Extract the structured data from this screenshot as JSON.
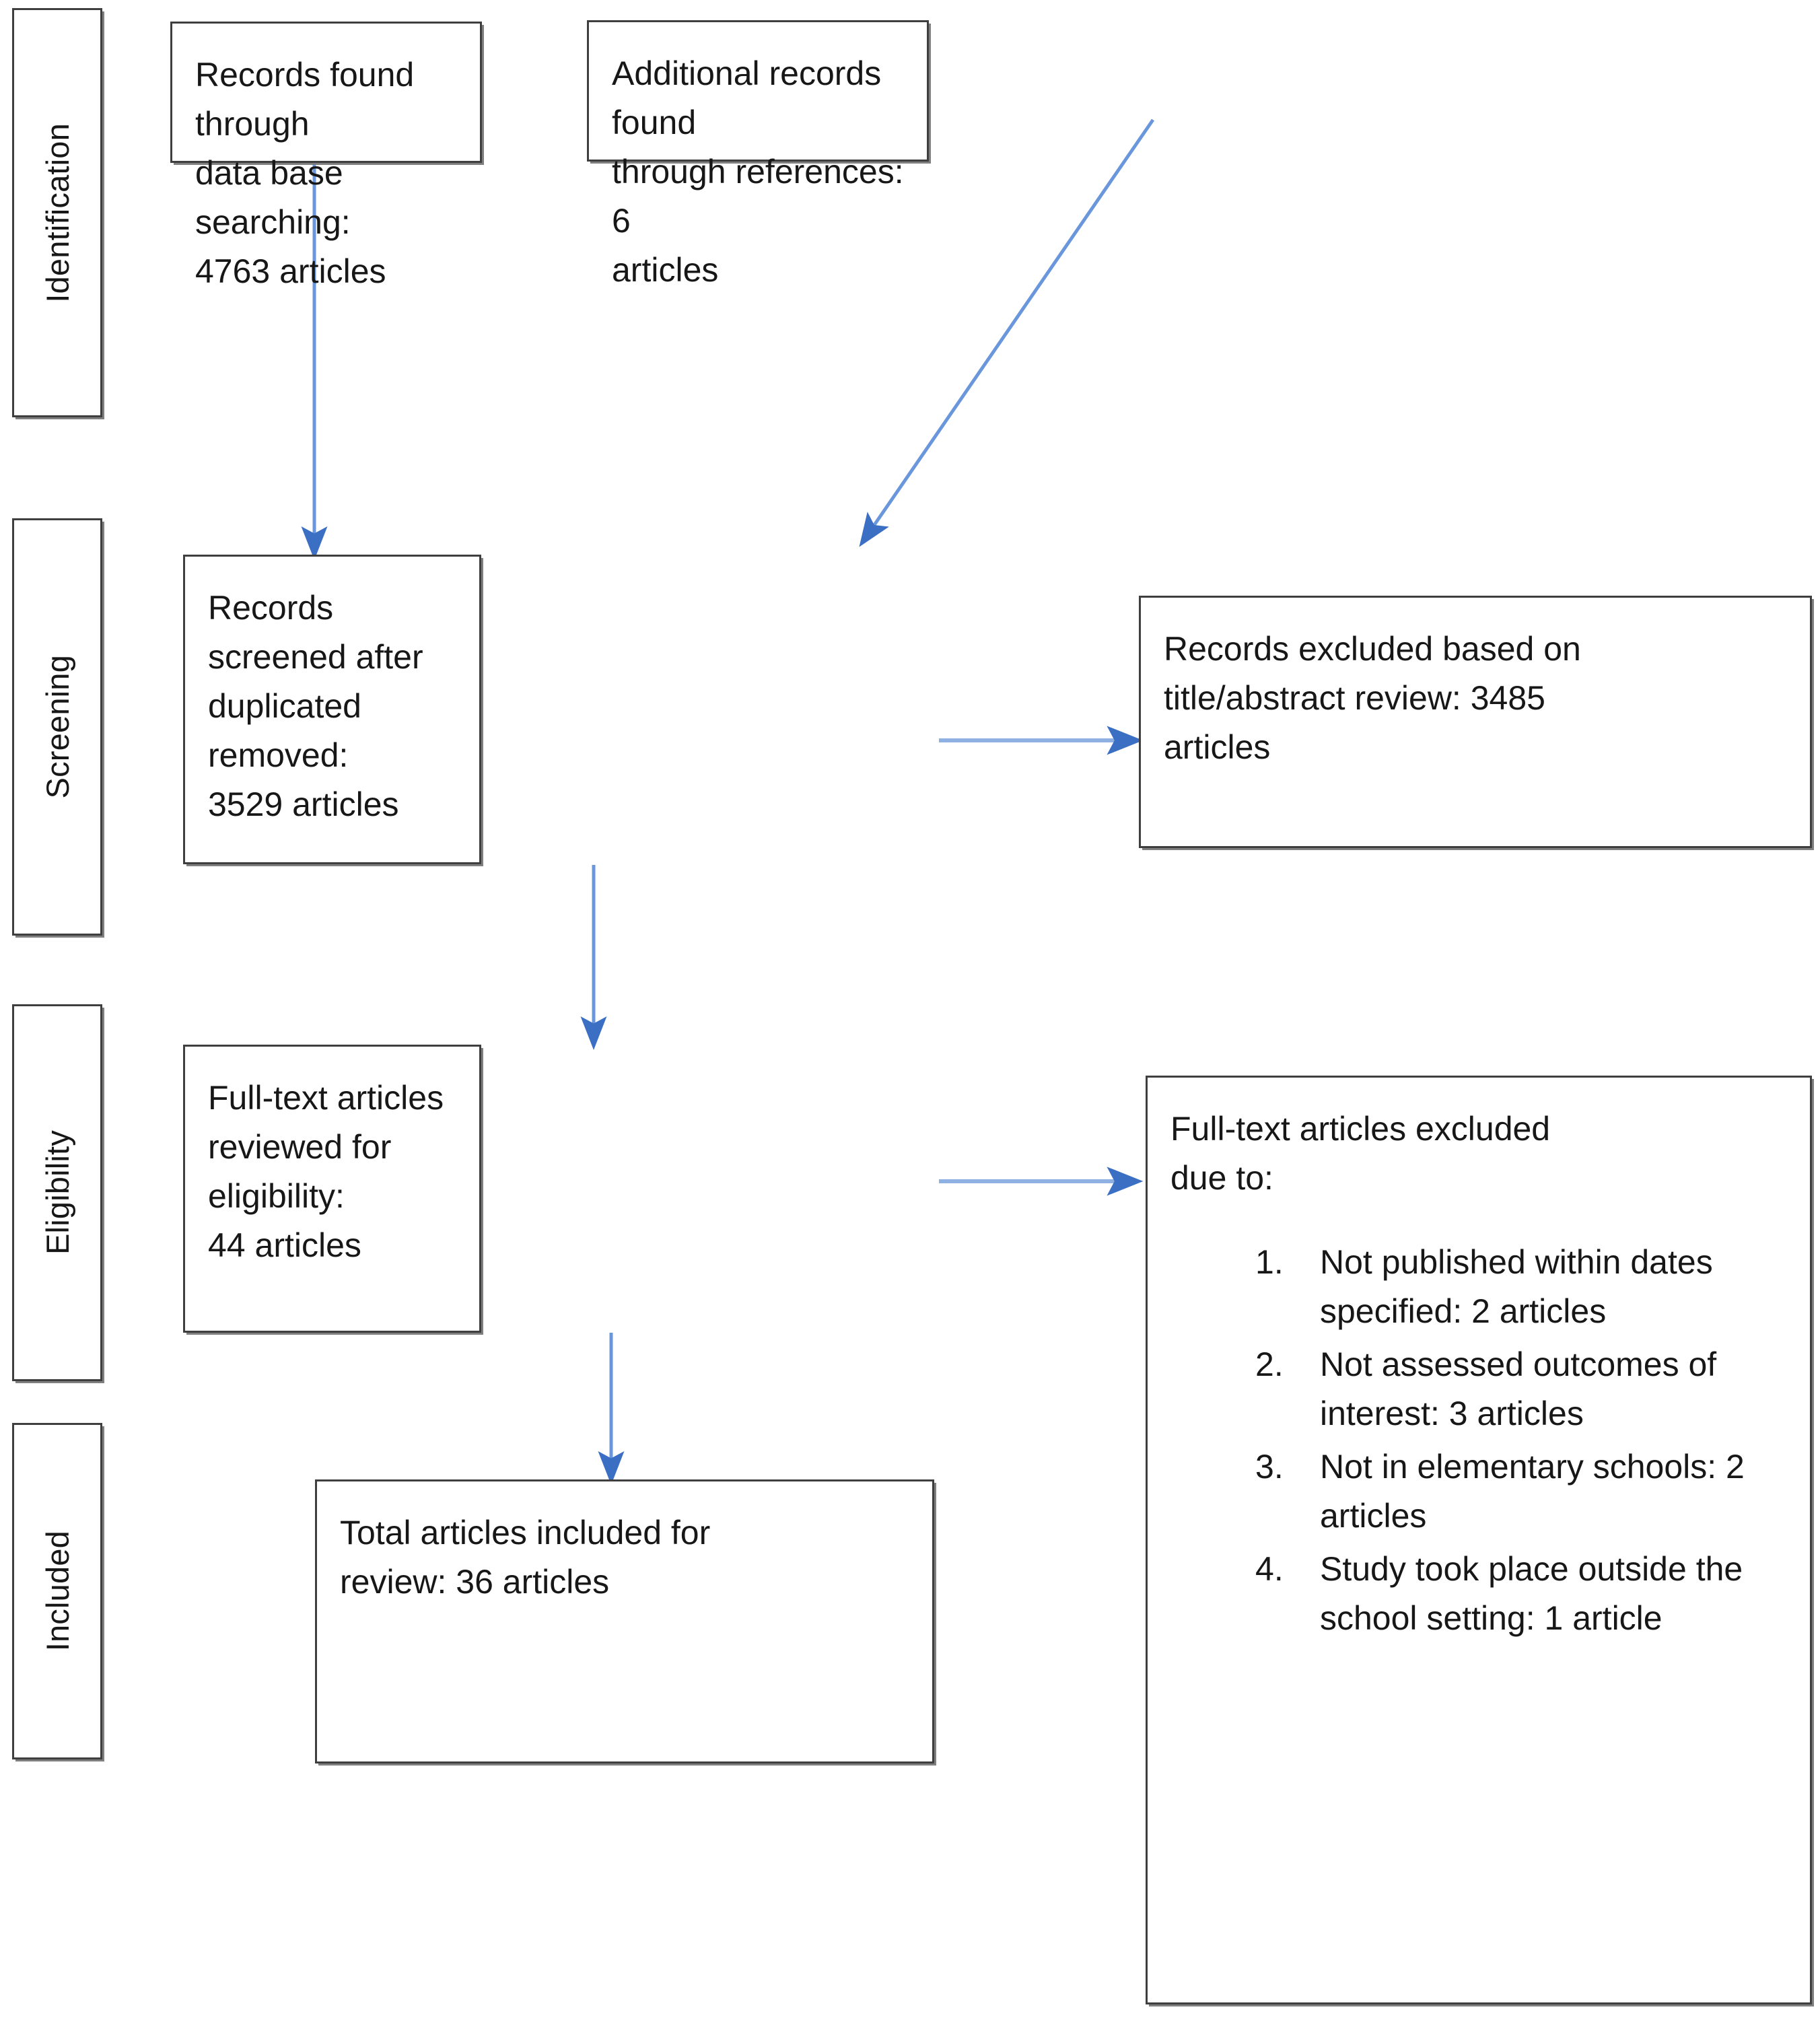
{
  "diagram": {
    "title": "PRISMA flow diagram of study selection",
    "type": "prisma-flow-diagram",
    "accent_color": "#4472C4",
    "box_border_color": "#3F3F3F",
    "text_color": "#171717",
    "background_color": "#FFFFFF"
  },
  "stages": [
    {
      "label": "Identification"
    },
    {
      "label": "Screening"
    },
    {
      "label": "Eligibility"
    },
    {
      "label": "Included"
    }
  ],
  "boxes": {
    "database_records": {
      "line1": "Records found through",
      "line2": "data base searching:",
      "line3": "4763 articles",
      "count": 4763
    },
    "reference_records": {
      "line1": "Additional records found",
      "line2": "through references: 6",
      "line3": "articles",
      "count": 6
    },
    "screened_records": {
      "line1": "Records screened after",
      "line2": "duplicated removed:",
      "line3": "3529 articles",
      "count": 3529
    },
    "excluded_title_abstract": {
      "line1": "Records excluded based on",
      "line2": "title/abstract review: 3485",
      "line3": "articles",
      "count": 3485
    },
    "fulltext_reviewed": {
      "line1": "Full-text articles",
      "line2": "reviewed for eligibility:",
      "line3": "44 articles",
      "count": 44
    },
    "fulltext_excluded": {
      "line1": "Full-text articles excluded",
      "line2": "due to:",
      "reasons": [
        {
          "number": 1,
          "text": "Not published within dates specified: 2 articles",
          "count": 2
        },
        {
          "number": 2,
          "text": "Not assessed outcomes of interest: 3 articles",
          "count": 3
        },
        {
          "number": 3,
          "text": "Not in elementary schools: 2 articles",
          "count": 2
        },
        {
          "number": 4,
          "text": "Study took place outside the school setting: 1 article",
          "count": 1
        }
      ]
    },
    "total_included": {
      "line1": "Total articles included for",
      "line2": "review: 36 articles",
      "count": 36
    }
  },
  "connectors": [
    {
      "name": "database-to-screened",
      "from": "database_records",
      "to": "screened_records",
      "direction": "down"
    },
    {
      "name": "references-to-screened",
      "from": "reference_records",
      "to": "screened_records",
      "direction": "diagonal-down-left"
    },
    {
      "name": "screened-to-excluded",
      "from": "screened_records",
      "to": "excluded_title_abstract",
      "direction": "right"
    },
    {
      "name": "screened-to-fulltext",
      "from": "screened_records",
      "to": "fulltext_reviewed",
      "direction": "down"
    },
    {
      "name": "fulltext-to-excluded",
      "from": "fulltext_reviewed",
      "to": "fulltext_excluded",
      "direction": "right"
    },
    {
      "name": "fulltext-to-included",
      "from": "fulltext_reviewed",
      "to": "total_included",
      "direction": "down"
    }
  ]
}
